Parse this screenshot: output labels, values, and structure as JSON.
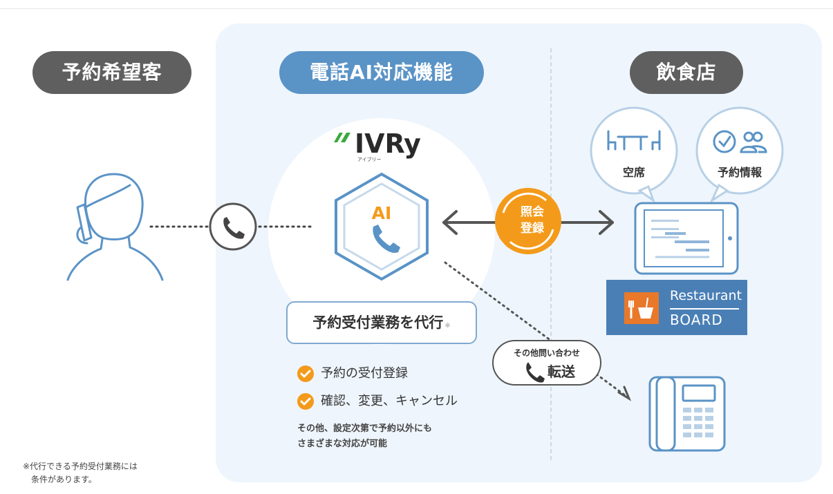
{
  "headers": {
    "customer": "予約希望客",
    "ai_feature": "電話AI対応機能",
    "restaurant": "飲食店"
  },
  "logo": {
    "name": "IVRy",
    "kana": "アイブリー"
  },
  "ai_badge": "AI",
  "service": {
    "title": "予約受付業務を代行",
    "note_mark": "※",
    "checks": [
      "予約の受付登録",
      "確認、変更、キャンセル"
    ],
    "other_line1": "その他、設定次第で予約以外にも",
    "other_line2": "さまざまな対応が可能"
  },
  "sync": {
    "line1": "照会",
    "line2": "登録"
  },
  "bubbles": {
    "seats": "空席",
    "reservation_info": "予約情報"
  },
  "restaurant_board": {
    "line1": "Restaurant",
    "line2": "BOARD"
  },
  "transfer": {
    "small": "その他問い合わせ",
    "big": "転送"
  },
  "footnote": {
    "line1": "※代行できる予約受付業務には",
    "line2": "条件があります。"
  },
  "colors": {
    "panel": "#eef5fc",
    "gray_pill": "#5f5f5f",
    "blue_pill": "#5a93c6",
    "orange": "#f49a1a",
    "line_blue": "#4a7fb6",
    "logo_green": "#3aa83a"
  }
}
